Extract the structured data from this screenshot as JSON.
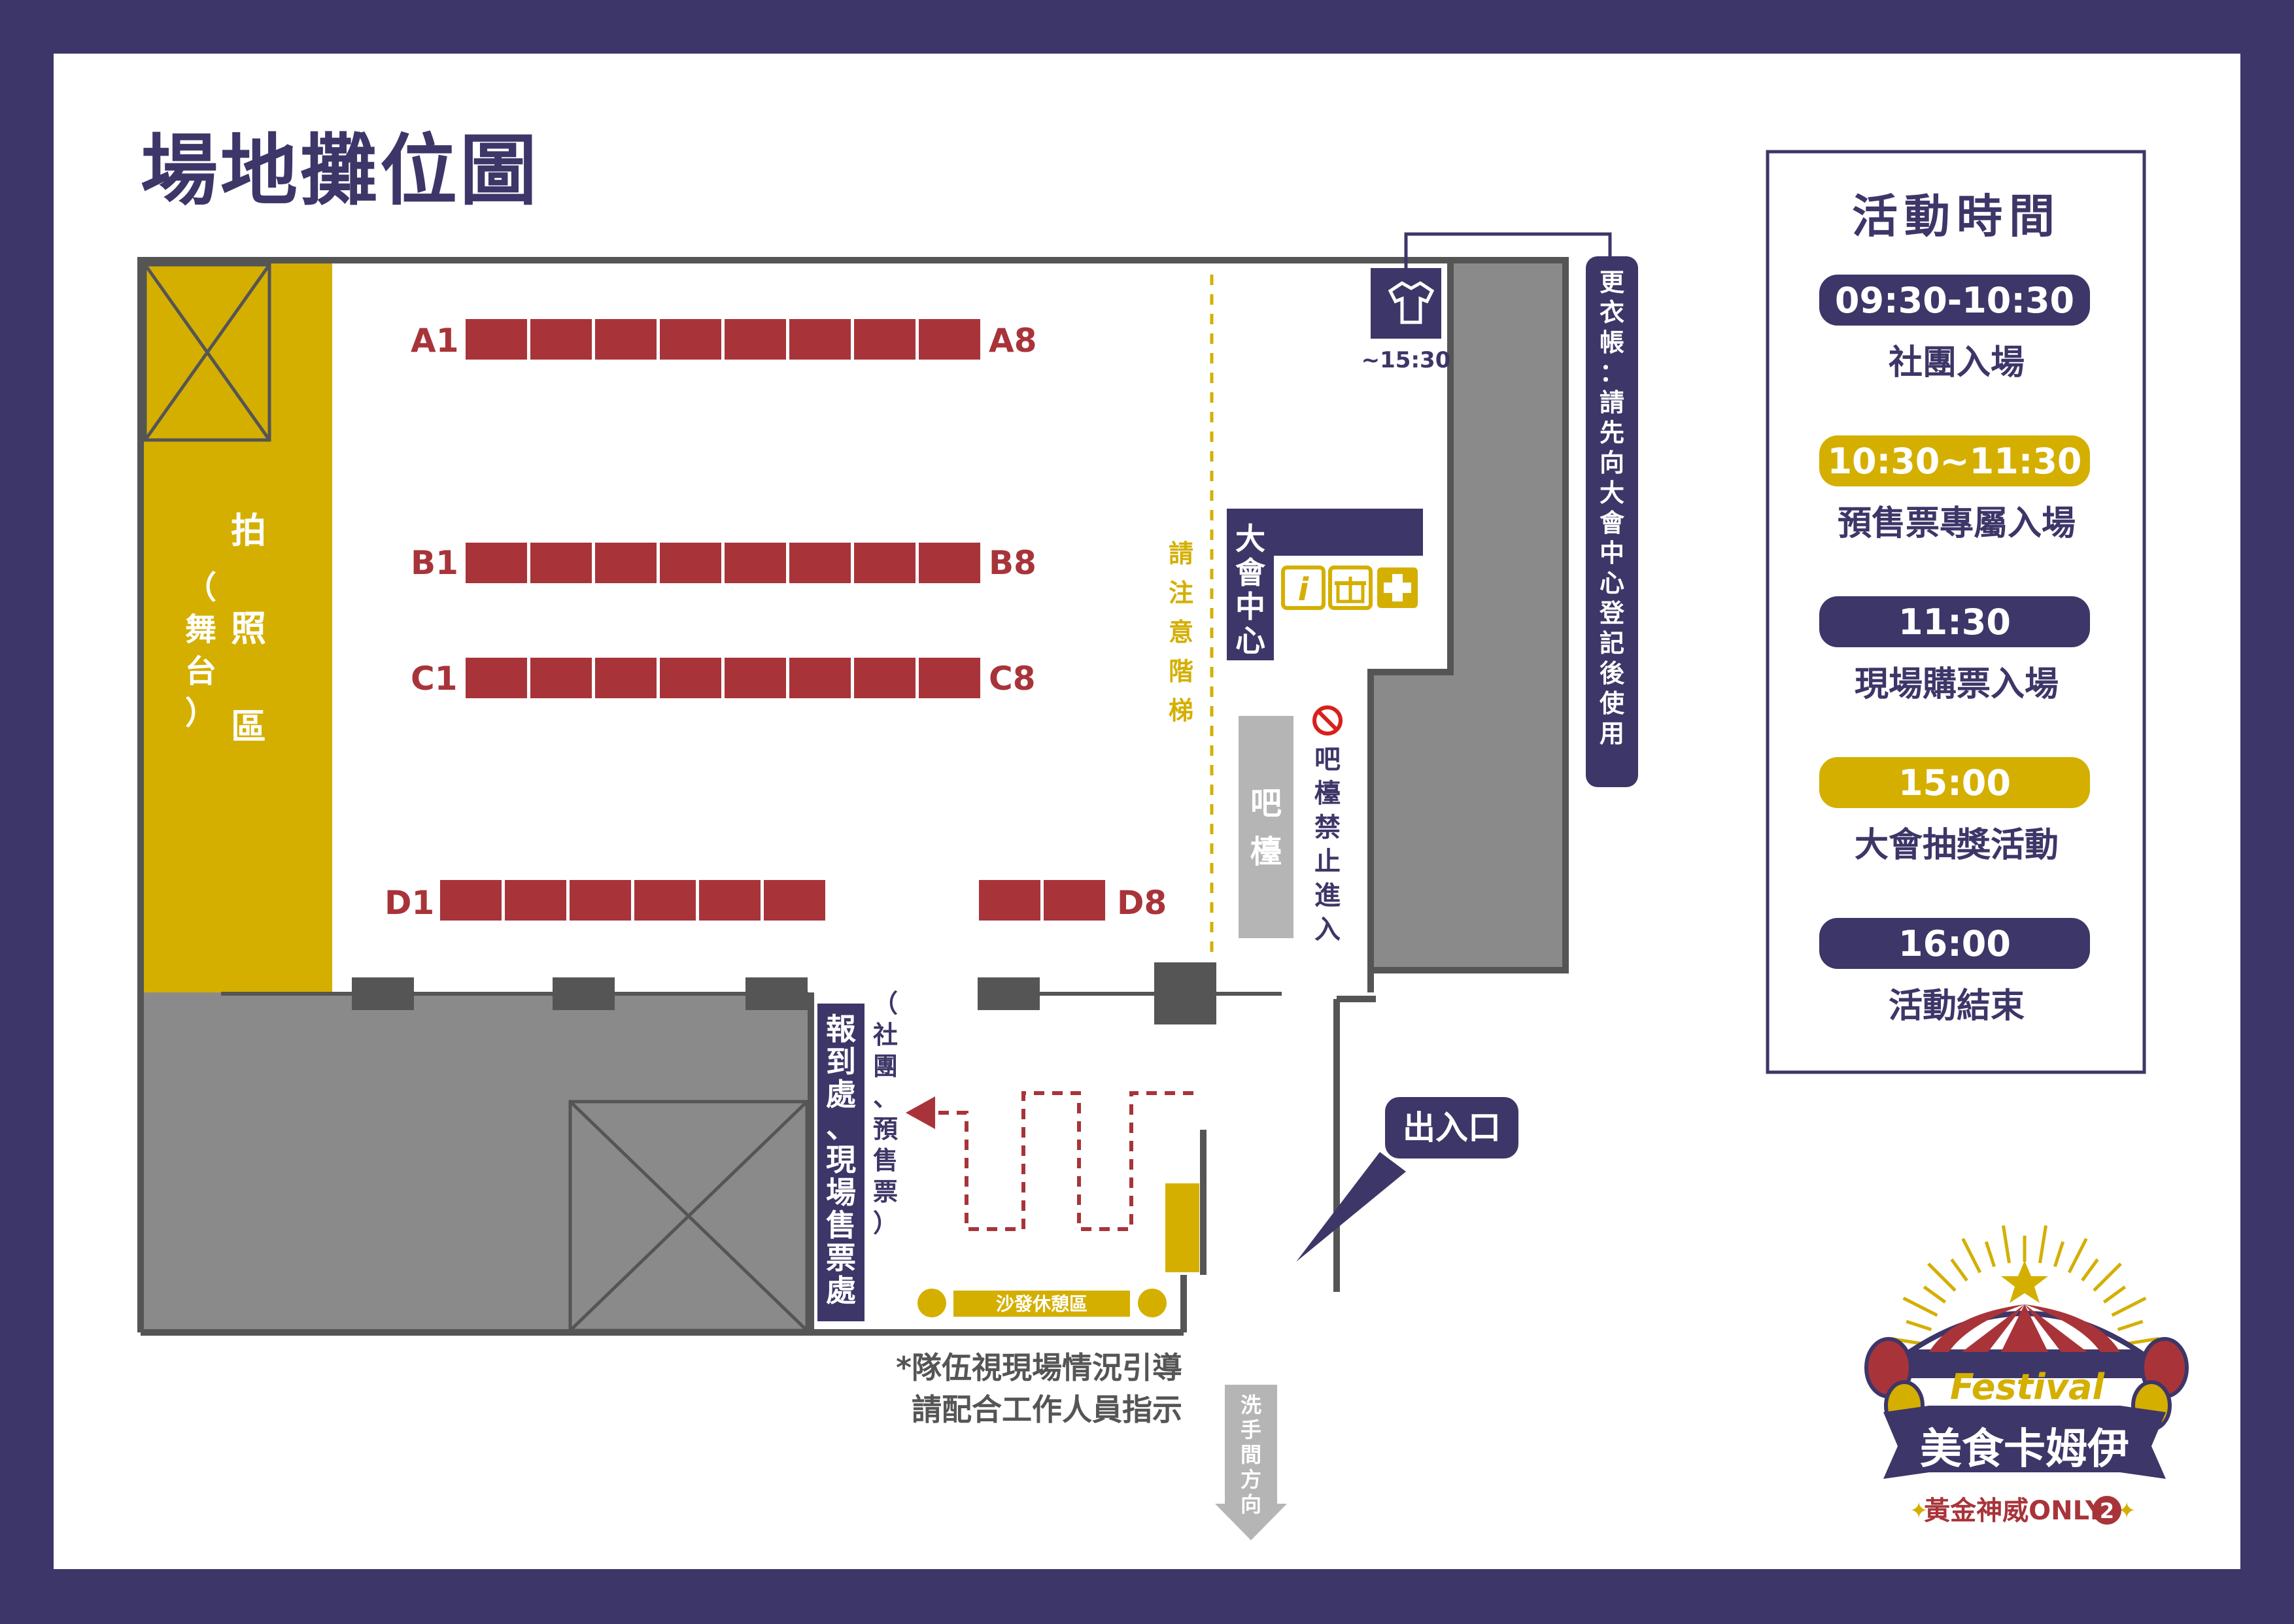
{
  "title": "場地攤位圖",
  "colors": {
    "frame": "#3d3668",
    "navy": "#3d3668",
    "gold": "#d4af00",
    "booth": "#a8343a",
    "gray": "#8a8a8a",
    "dark_gray": "#555555",
    "light_gray": "#b5b5b5",
    "wall": "#555555"
  },
  "booths": {
    "row_a": {
      "start": "A1",
      "end": "A8"
    },
    "row_b": {
      "start": "B1",
      "end": "B8"
    },
    "row_c": {
      "start": "C1",
      "end": "C8"
    },
    "row_d": {
      "start": "D1",
      "end": "D8"
    }
  },
  "photo_area": {
    "label": "拍照區",
    "sub": "（舞台）"
  },
  "stairs_warning": "請注意階梯",
  "hq": {
    "label": "大會中心",
    "icons": [
      "info-icon",
      "gift-icon",
      "first-aid-icon"
    ]
  },
  "bar": {
    "label": "吧檯",
    "no_entry": "吧檯禁止進入",
    "icon": "no-entry-icon"
  },
  "fitting_room": {
    "time": "~15:30",
    "icon": "tshirt-icon",
    "note": "更衣帳：請先向大會中心登記後使用"
  },
  "checkin": {
    "label": "報到處、現場售票處",
    "sub": "（社團、預售票）"
  },
  "sofa": "沙發休憩區",
  "entrance": "出入口",
  "restroom": "洗手間方向",
  "guidance": [
    "*隊伍視現場情況引導",
    "請配合工作人員指示"
  ],
  "schedule": {
    "title": "活動時間",
    "items": [
      {
        "time": "09:30-10:30",
        "label": "社團入場",
        "style": "navy"
      },
      {
        "time": "10:30~11:30",
        "label": "預售票專屬入場",
        "style": "gold"
      },
      {
        "time": "11:30",
        "label": "現場購票入場",
        "style": "navy"
      },
      {
        "time": "15:00",
        "label": "大會抽獎活動",
        "style": "gold"
      },
      {
        "time": "16:00",
        "label": "活動結束",
        "style": "navy"
      }
    ]
  },
  "logo": {
    "festival": "Festival",
    "name": "美食卡姆伊",
    "sub": "黃金神威ONLY",
    "number": "2"
  }
}
